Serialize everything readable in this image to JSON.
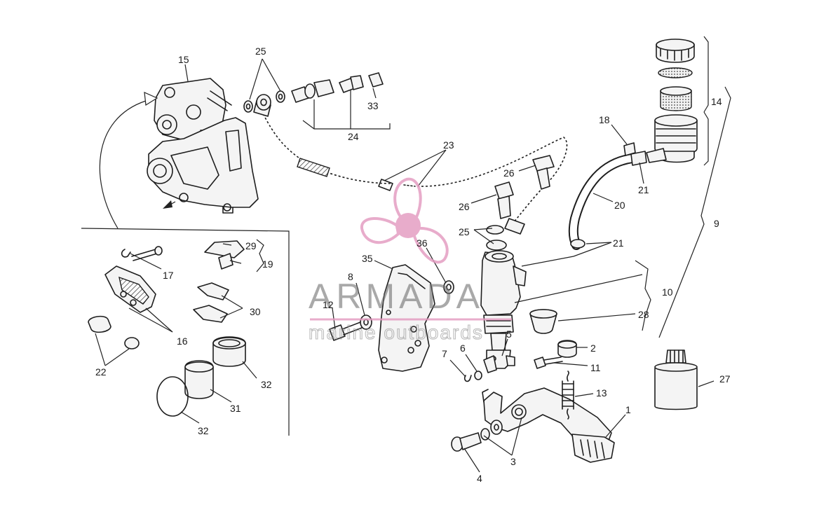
{
  "watermark": {
    "brand": "ARMADA",
    "tagline": "marine outboards",
    "logo_color": "#e39ac0",
    "text_color": "#6e6e6e"
  },
  "callouts": [
    {
      "id": "c1",
      "text": "1"
    },
    {
      "id": "c2",
      "text": "2"
    },
    {
      "id": "c3",
      "text": "3"
    },
    {
      "id": "c4",
      "text": "4"
    },
    {
      "id": "c5",
      "text": "5"
    },
    {
      "id": "c6",
      "text": "6"
    },
    {
      "id": "c7",
      "text": "7"
    },
    {
      "id": "c8",
      "text": "8"
    },
    {
      "id": "c9",
      "text": "9"
    },
    {
      "id": "c10",
      "text": "10"
    },
    {
      "id": "c11",
      "text": "11"
    },
    {
      "id": "c12",
      "text": "12"
    },
    {
      "id": "c13",
      "text": "13"
    },
    {
      "id": "c14",
      "text": "14"
    },
    {
      "id": "c15",
      "text": "15"
    },
    {
      "id": "c16",
      "text": "16"
    },
    {
      "id": "c17",
      "text": "17"
    },
    {
      "id": "c18",
      "text": "18"
    },
    {
      "id": "c19",
      "text": "19"
    },
    {
      "id": "c20",
      "text": "20"
    },
    {
      "id": "c21a",
      "text": "21"
    },
    {
      "id": "c21b",
      "text": "21"
    },
    {
      "id": "c22",
      "text": "22"
    },
    {
      "id": "c23",
      "text": "23"
    },
    {
      "id": "c24",
      "text": "24"
    },
    {
      "id": "c25a",
      "text": "25"
    },
    {
      "id": "c25b",
      "text": "25"
    },
    {
      "id": "c26a",
      "text": "26"
    },
    {
      "id": "c26b",
      "text": "26"
    },
    {
      "id": "c27",
      "text": "27"
    },
    {
      "id": "c28",
      "text": "28"
    },
    {
      "id": "c29",
      "text": "29"
    },
    {
      "id": "c30",
      "text": "30"
    },
    {
      "id": "c31",
      "text": "31"
    },
    {
      "id": "c32a",
      "text": "32"
    },
    {
      "id": "c32b",
      "text": "32"
    },
    {
      "id": "c33",
      "text": "33"
    },
    {
      "id": "c35",
      "text": "35"
    },
    {
      "id": "c36",
      "text": "36"
    }
  ]
}
